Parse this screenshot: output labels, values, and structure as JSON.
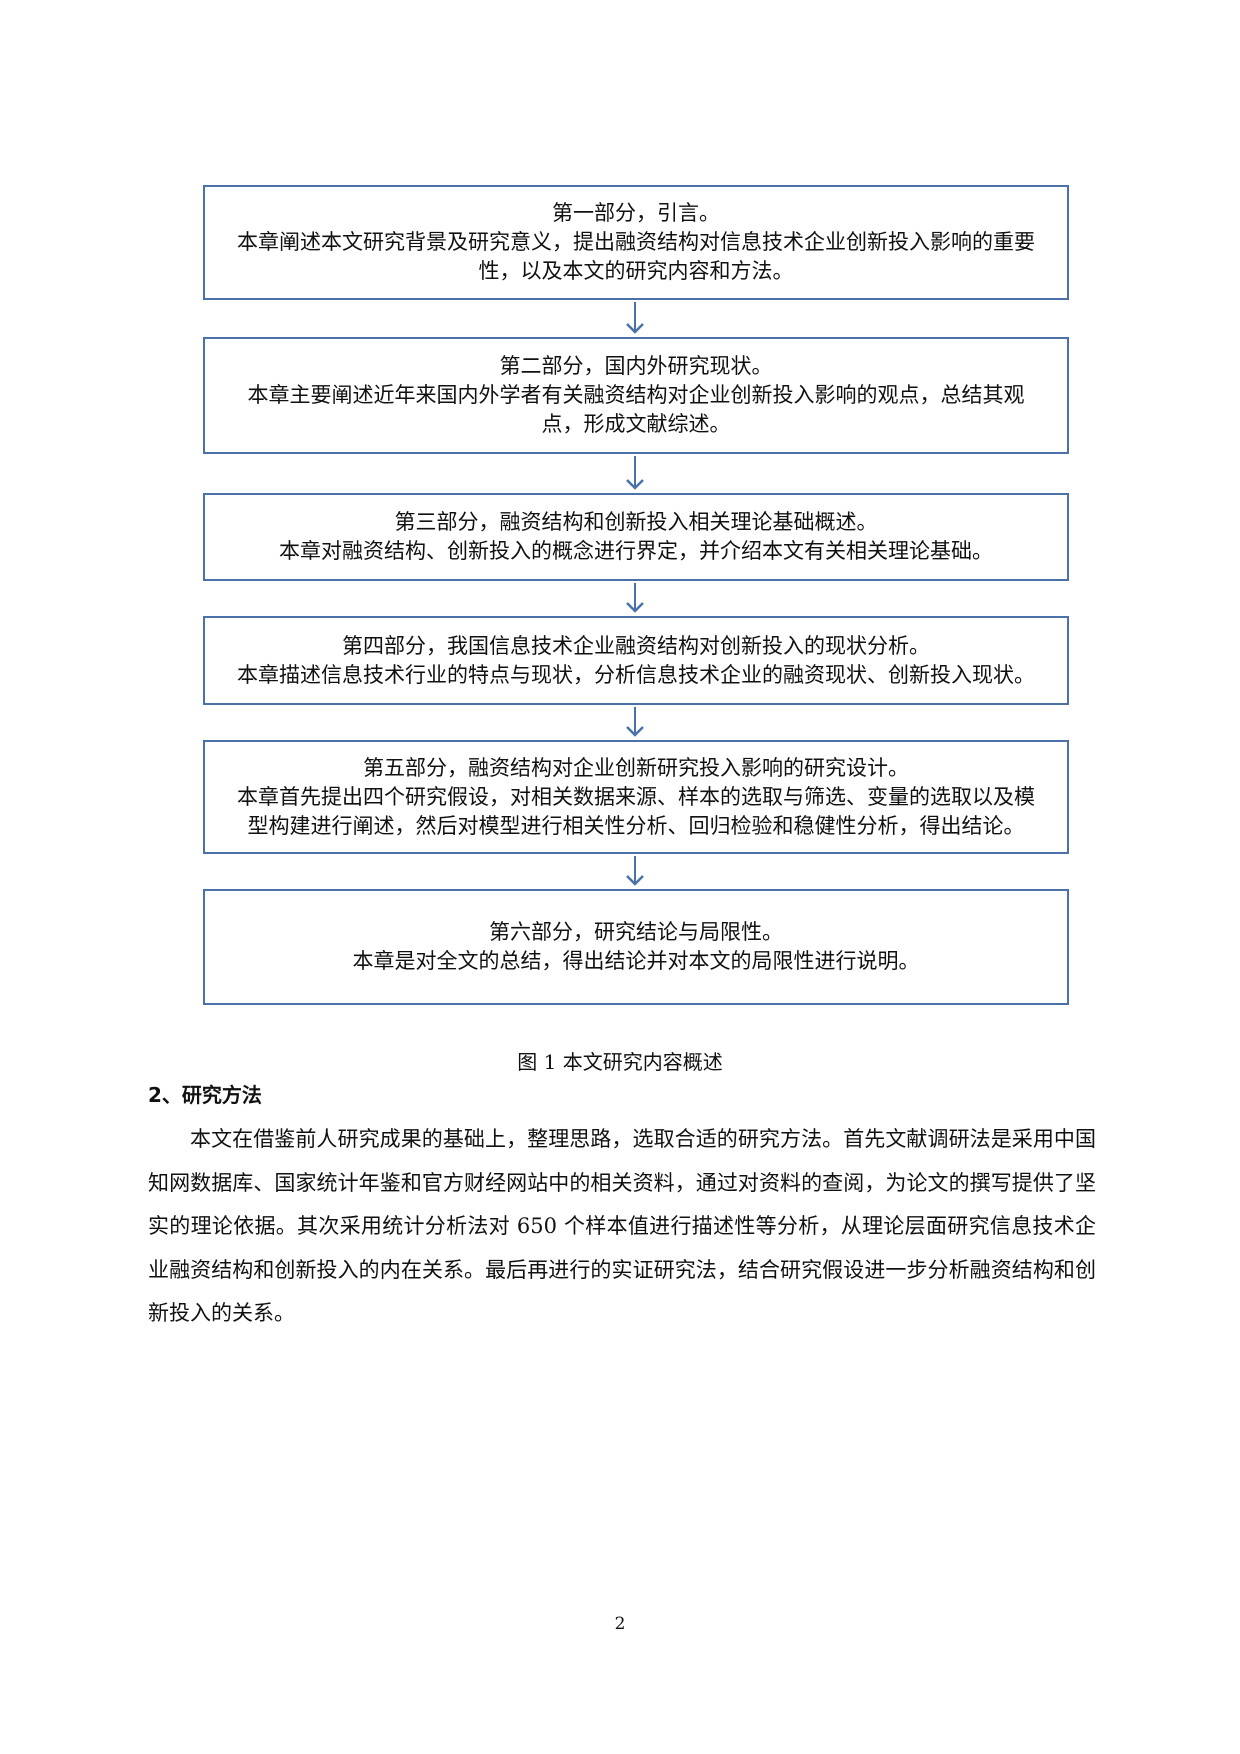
{
  "flowchart": {
    "boxes": [
      {
        "title": "第一部分，引言。",
        "lines": [
          "本章阐述本文研究背景及研究意义，提出融资结构对信息技术企业创新投入影响的重要",
          "性，以及本文的研究内容和方法。"
        ]
      },
      {
        "title": "第二部分，国内外研究现状。",
        "lines": [
          "本章主要阐述近年来国内外学者有关融资结构对企业创新投入影响的观点，总结其观",
          "点，形成文献综述。"
        ]
      },
      {
        "title": "第三部分，融资结构和创新投入相关理论基础概述。",
        "lines": [
          "本章对融资结构、创新投入的概念进行界定，并介绍本文有关相关理论基础。"
        ]
      },
      {
        "title": "第四部分，我国信息技术企业融资结构对创新投入的现状分析。",
        "lines": [
          "本章描述信息技术行业的特点与现状，分析信息技术企业的融资现状、创新投入现状。"
        ]
      },
      {
        "title": "第五部分，融资结构对企业创新研究投入影响的研究设计。",
        "lines": [
          "本章首先提出四个研究假设，对相关数据来源、样本的选取与筛选、变量的选取以及模",
          "型构建进行阐述，然后对模型进行相关性分析、回归检验和稳健性分析，得出结论。"
        ]
      },
      {
        "title": "第六部分，研究结论与局限性。",
        "lines": [
          "本章是对全文的总结，得出结论并对本文的局限性进行说明。"
        ]
      }
    ],
    "border_color": "#4a72a8",
    "arrow_color": "#4a72a8"
  },
  "figure_caption": "图 1  本文研究内容概述",
  "section": {
    "heading": "2、研究方法",
    "paragraph": "本文在借鉴前人研究成果的基础上，整理思路，选取合适的研究方法。首先文献调研法是采用中国知网数据库、国家统计年鉴和官方财经网站中的相关资料，通过对资料的查阅，为论文的撰写提供了坚实的理论依据。其次采用统计分析法对 650 个样本值进行描述性等分析，从理论层面研究信息技术企业融资结构和创新投入的内在关系。最后再进行的实证研究法，结合研究假设进一步分析融资结构和创新投入的关系。"
  },
  "page_number": "2"
}
